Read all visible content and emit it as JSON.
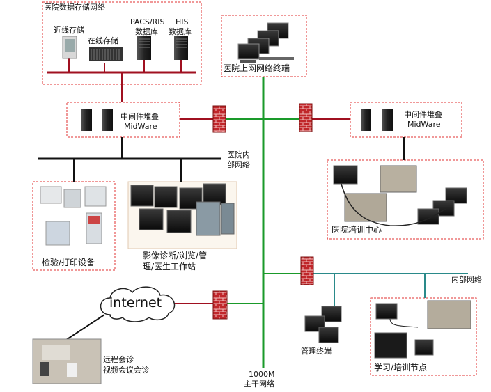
{
  "storage_network": {
    "title": "医院数据存储网络",
    "nearline": "近线存储",
    "online": "在线存储",
    "pacs_line1": "PACS/RIS",
    "pacs_line2": "数据库",
    "his_line1": "HIS",
    "his_line2": "数据库"
  },
  "terminals_top": {
    "label": "医院上网网络终端"
  },
  "middleware_left": {
    "line1": "中间件堆叠",
    "line2": "MidWare"
  },
  "middleware_right": {
    "line1": "中间件堆叠",
    "line2": "MidWare"
  },
  "internal_net_left": {
    "line1": "医院内",
    "line2": "部网络"
  },
  "internal_net_right": {
    "label": "内部网络"
  },
  "lab_devices": {
    "label": "检验/打印设备"
  },
  "workstations": {
    "line1": "影像诊断/浏览/管",
    "line2": "理/医生工作站"
  },
  "training_center": {
    "label": "医院培训中心"
  },
  "internet": {
    "label": "internet"
  },
  "remote": {
    "line1": "远程会诊",
    "line2": "视频会议会诊"
  },
  "mgmt_terminal": {
    "label": "管理终端"
  },
  "training_nodes": {
    "label": "学习/培训节点"
  },
  "backbone": {
    "line1": "1000M",
    "line2": "主干网络"
  },
  "colors": {
    "backbone": "#1a9a2a",
    "red_link": "#a01020",
    "black_link": "#111111",
    "teal_link": "#2a8a8a",
    "dashed_box": "#e23030",
    "firewall": "#c0262a"
  }
}
